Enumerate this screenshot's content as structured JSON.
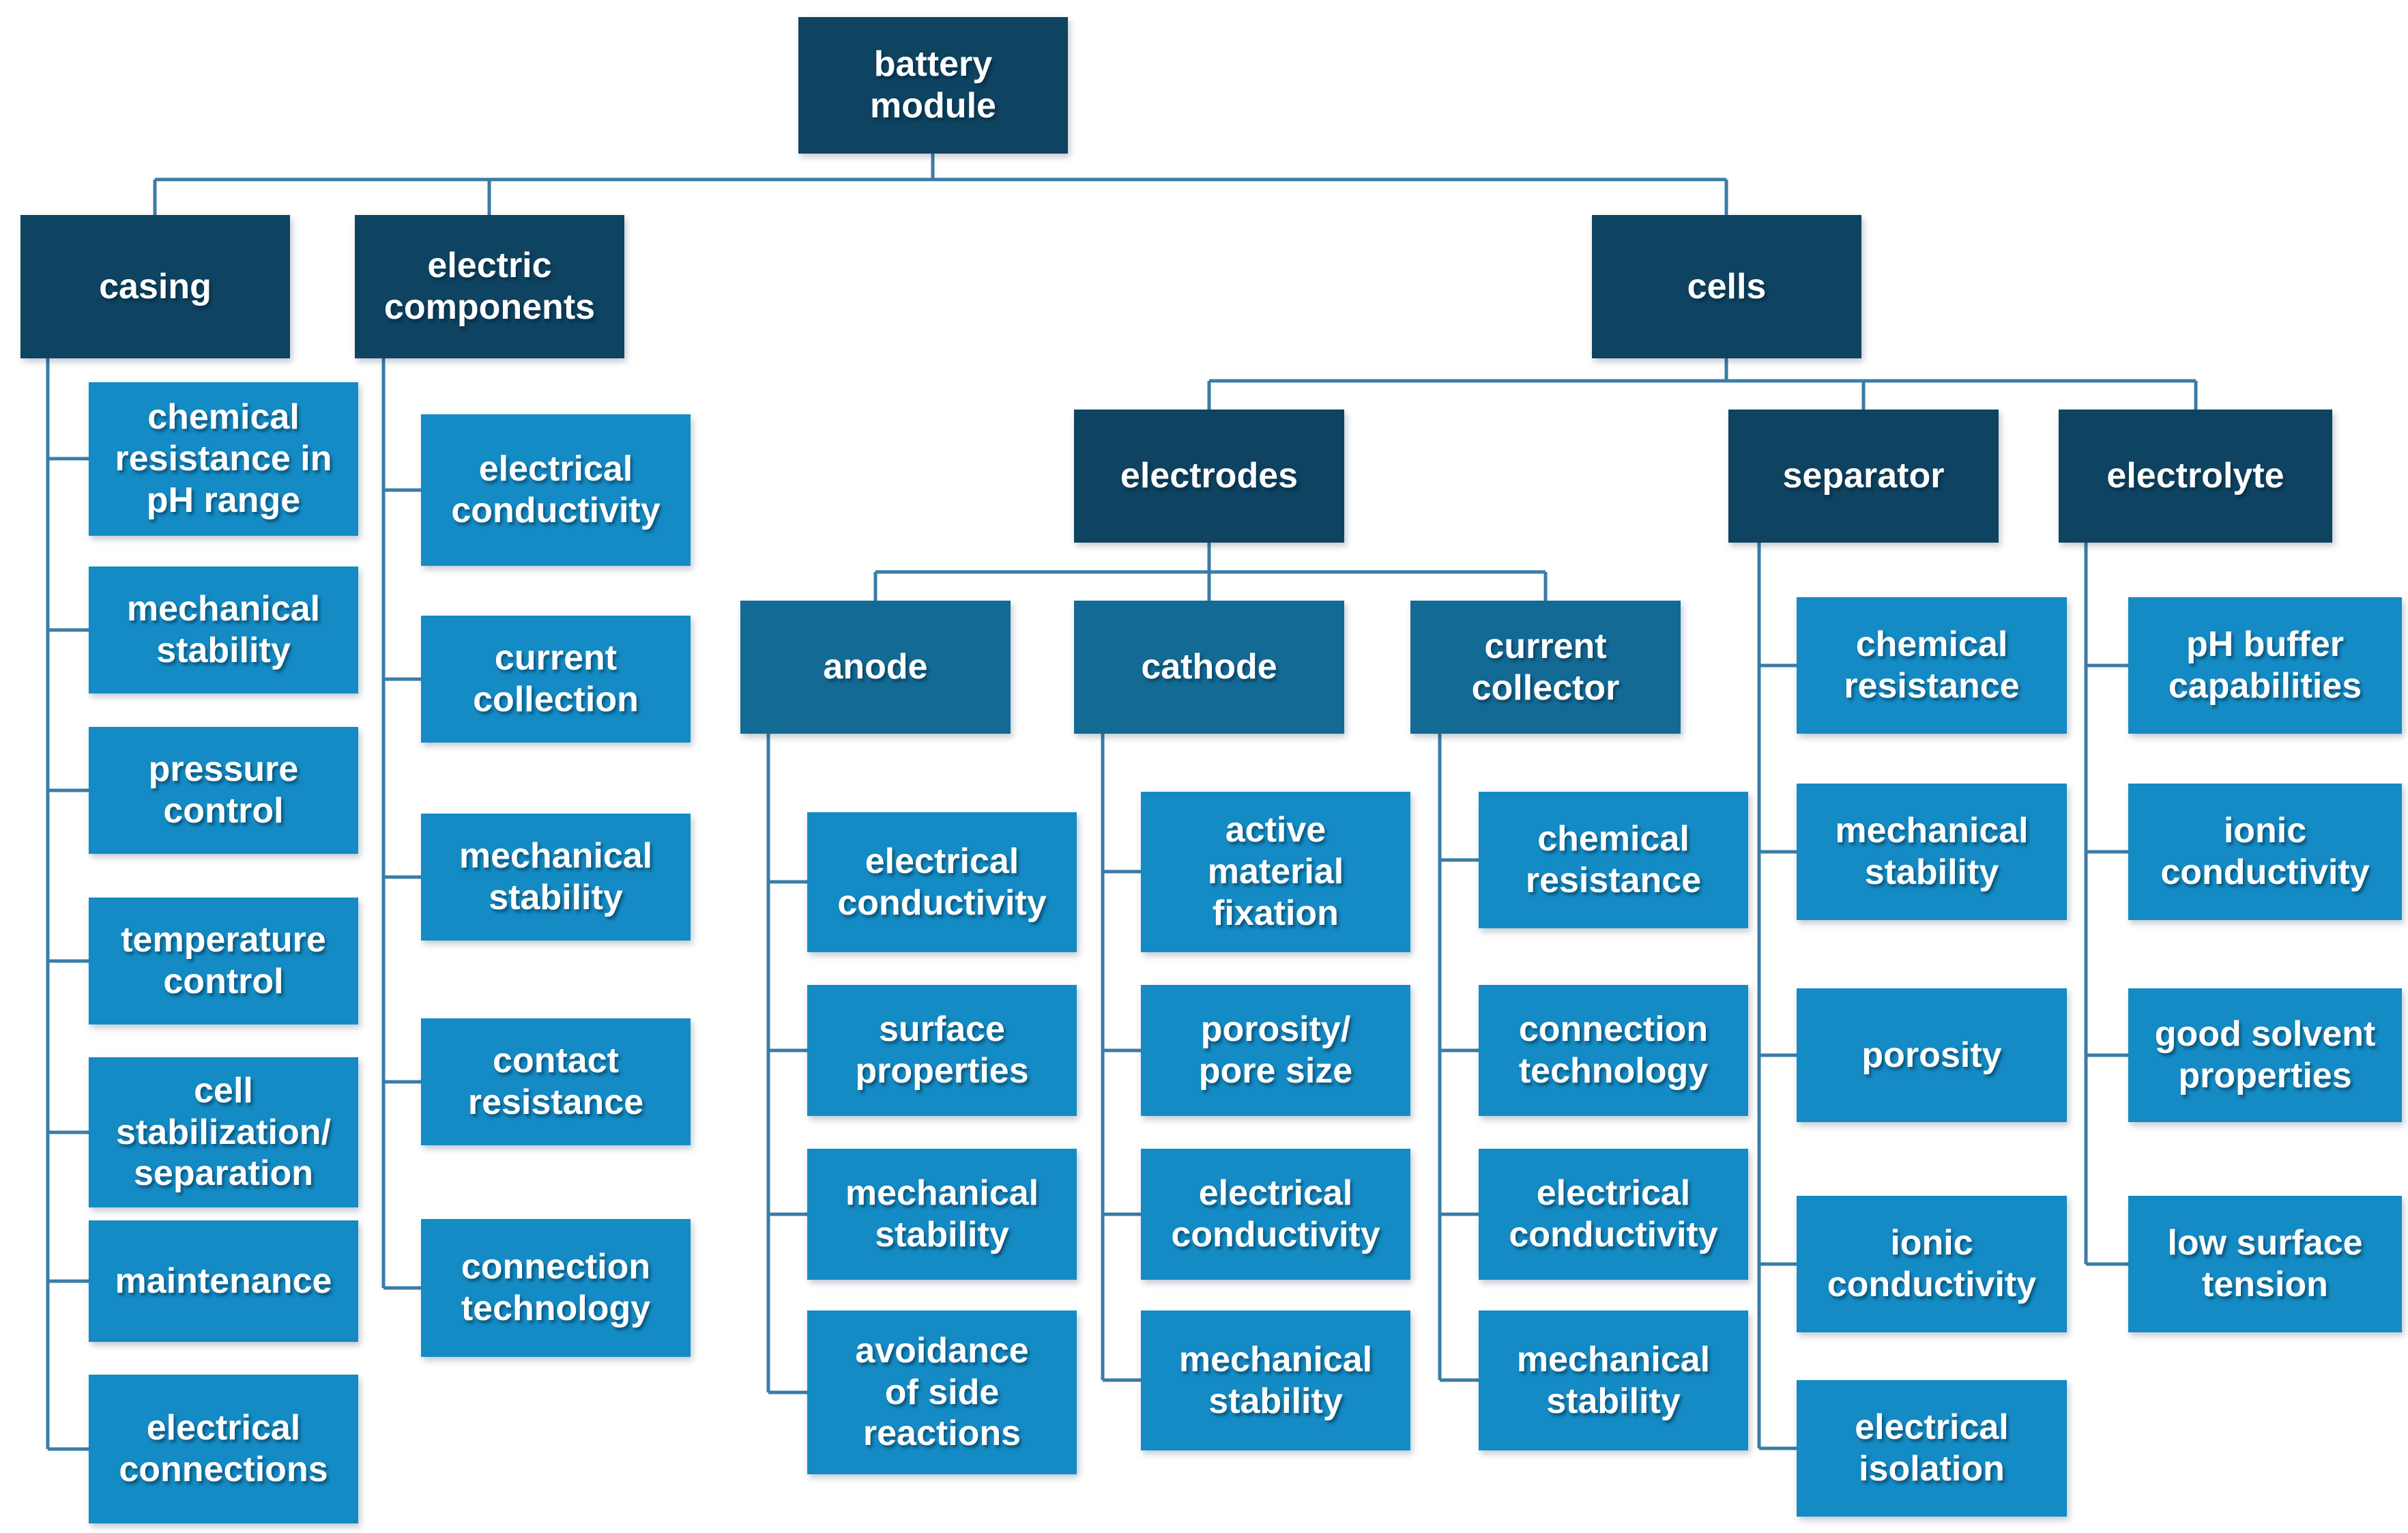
{
  "colors": {
    "level_dark": "#0e4361",
    "level_mid": "#136a94",
    "leaf": "#148bc4",
    "connector": "#3a7ca6",
    "text": "#ffffff",
    "background": "#ffffff"
  },
  "nodes": {
    "battery_module": {
      "label": "battery\nmodule"
    },
    "casing": {
      "label": "casing",
      "children": [
        "chemical\nresistance in\npH range",
        "mechanical\nstability",
        "pressure\ncontrol",
        "temperature\ncontrol",
        "cell\nstabilization/\nseparation",
        "maintenance",
        "electrical\nconnections"
      ]
    },
    "electric_components": {
      "label": "electric\ncomponents",
      "children": [
        "electrical\nconductivity",
        "current\ncollection",
        "mechanical\nstability",
        "contact\nresistance",
        "connection\ntechnology"
      ]
    },
    "cells": {
      "label": "cells"
    },
    "electrodes": {
      "label": "electrodes"
    },
    "anode": {
      "label": "anode",
      "children": [
        "electrical\nconductivity",
        "surface\nproperties",
        "mechanical\nstability",
        "avoidance\nof side\nreactions"
      ]
    },
    "cathode": {
      "label": "cathode",
      "children": [
        "active\nmaterial\nfixation",
        "porosity/\npore size",
        "electrical\nconductivity",
        "mechanical\nstability"
      ]
    },
    "current_collector": {
      "label": "current\ncollector",
      "children": [
        "chemical\nresistance",
        "connection\ntechnology",
        "electrical\nconductivity",
        "mechanical\nstability"
      ]
    },
    "separator": {
      "label": "separator",
      "children": [
        "chemical\nresistance",
        "mechanical\nstability",
        "porosity",
        "ionic\nconductivity",
        "electrical\nisolation"
      ]
    },
    "electrolyte": {
      "label": "electrolyte",
      "children": [
        "pH buffer\ncapabilities",
        "ionic\nconductivity",
        "good solvent\nproperties",
        "low surface\ntension"
      ]
    }
  }
}
